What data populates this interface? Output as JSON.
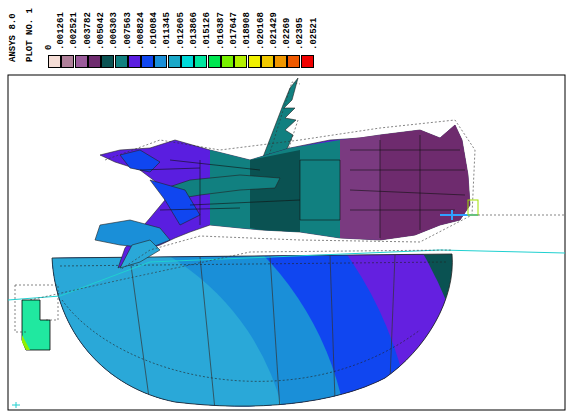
{
  "diagram": {
    "labels": [
      "ANSYS 8.0",
      "PLOT NO. 1",
      "0"
    ],
    "legend": [
      {
        "text": ".001261",
        "color": "#f5ddd6"
      },
      {
        "text": ".002521",
        "color": "#b0809a"
      },
      {
        "text": ".003782",
        "color": "#9b5b9b"
      },
      {
        "text": ".005042",
        "color": "#6e2b6e"
      },
      {
        "text": ".006303",
        "color": "#0a5252"
      },
      {
        "text": ".007563",
        "color": "#118080"
      },
      {
        "text": ".008824",
        "color": "#5a1ee0"
      },
      {
        "text": ".010084",
        "color": "#1046f0"
      },
      {
        "text": ".011345",
        "color": "#1a8fd8"
      },
      {
        "text": ".012605",
        "color": "#1aa8c8"
      },
      {
        "text": ".013866",
        "color": "#00d8d8"
      },
      {
        "text": ".015126",
        "color": "#00e6a0"
      },
      {
        "text": ".016387",
        "color": "#00e650"
      },
      {
        "text": ".017647",
        "color": "#78f000"
      },
      {
        "text": ".018908",
        "color": "#b4f000"
      },
      {
        "text": ".020168",
        "color": "#f0f000"
      },
      {
        "text": ".021429",
        "color": "#f0c800"
      },
      {
        "text": ".02269",
        "color": "#f09600"
      },
      {
        "text": ".02395",
        "color": "#f05a00"
      },
      {
        "text": ".02521",
        "color": "#f00000"
      }
    ]
  }
}
